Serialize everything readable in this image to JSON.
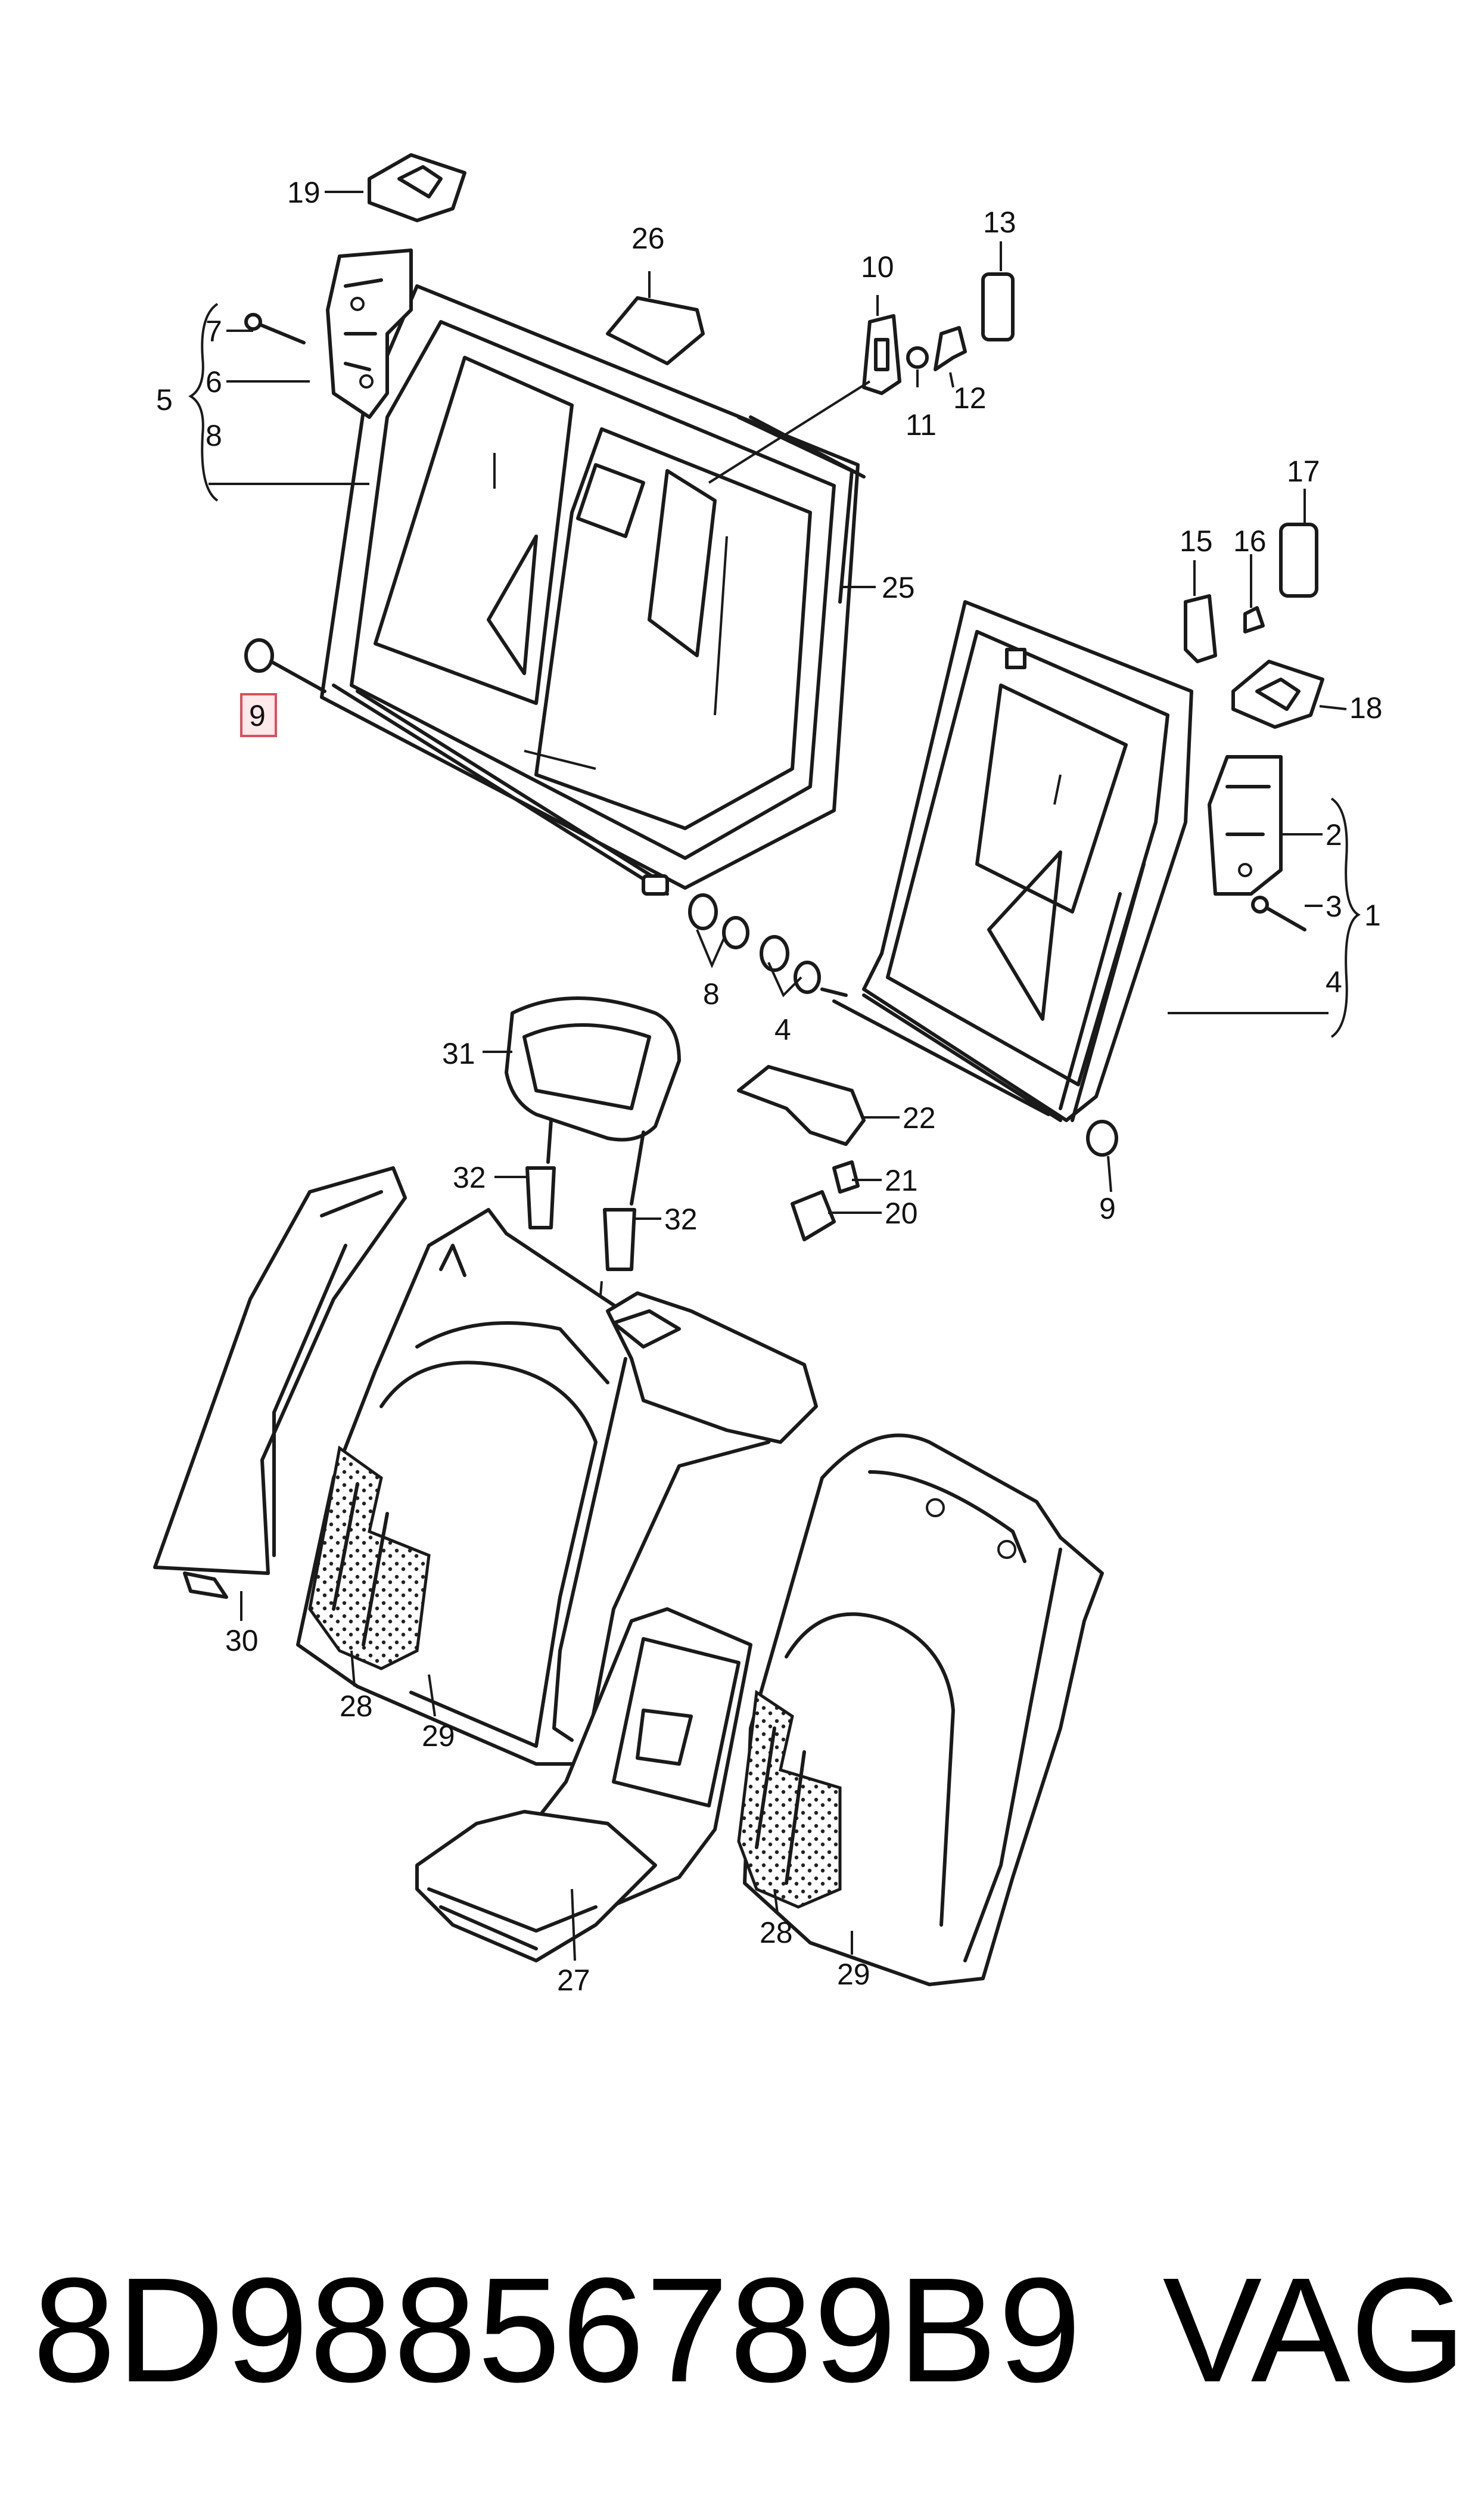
{
  "callouts": {
    "c1": "1",
    "c2": "2",
    "c3": "3",
    "c4a": "4",
    "c4b": "4",
    "c5": "5",
    "c6": "6",
    "c7": "7",
    "c8a": "8",
    "c8b": "8",
    "c9a": "9",
    "c9b": "9",
    "c10": "10",
    "c11": "11",
    "c12": "12",
    "c13": "13",
    "c15": "15",
    "c16": "16",
    "c17": "17",
    "c18": "18",
    "c19": "19",
    "c20": "20",
    "c21": "21",
    "c22": "22",
    "c25": "25",
    "c26": "26",
    "c27": "27",
    "c28a": "28",
    "c28b": "28",
    "c29a": "29",
    "c29b": "29",
    "c30": "30",
    "c31": "31",
    "c32a": "32",
    "c32b": "32"
  },
  "footer": {
    "part_number": "8D98856789B9",
    "brand": "VAG"
  },
  "colors": {
    "line": "#1a1a1a",
    "highlight_fill": "#fde8ea",
    "highlight_stroke": "#d9505e"
  }
}
